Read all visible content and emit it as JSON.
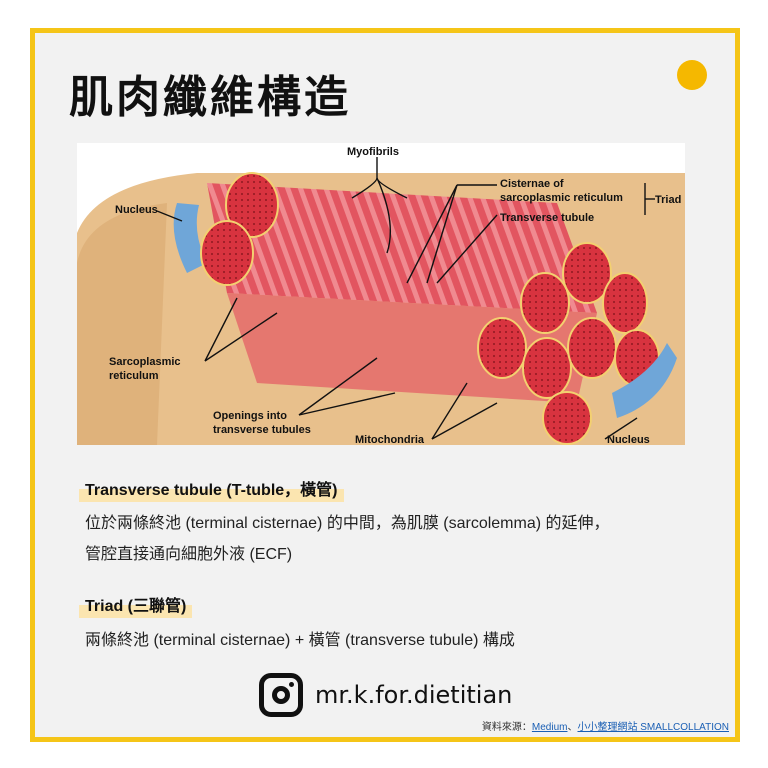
{
  "title": "肌肉纖維構造",
  "figure": {
    "labels": {
      "myofibrils": "Myofibrils",
      "cisternae_1": "Cisternae of",
      "cisternae_2": "sarcoplasmic reticulum",
      "triad": "Triad",
      "transverse_tubule": "Transverse tubule",
      "nucleus_left": "Nucleus",
      "sarcoplasmic_1": "Sarcoplasmic",
      "sarcoplasmic_2": "reticulum",
      "openings_1": "Openings into",
      "openings_2": "transverse tubules",
      "mitochondria": "Mitochondria",
      "nucleus_right": "Nucleus"
    }
  },
  "sections": [
    {
      "heading": "Transverse tubule (T-tuble，橫管)",
      "lines": [
        "位於兩條終池 (terminal cisternae) 的中間，為肌膜 (sarcolemma) 的延伸，",
        "管腔直接通向細胞外液 (ECF)"
      ]
    },
    {
      "heading": "Triad (三聯管)",
      "lines": [
        "兩條終池 (terminal cisternae) + 橫管 (transverse tubule) 構成"
      ]
    }
  ],
  "footer": {
    "icon": "instagram-icon",
    "handle": "mr.k.for.dietitian",
    "source_prefix": "資料來源：",
    "source_link_1": "Medium",
    "source_separator": "、",
    "source_link_2": "小小整理網站 SMALLCOLLATION"
  },
  "colors": {
    "border": "#f5c518",
    "dot": "#f5b800",
    "highlight": "#fbe5b0",
    "fiber_red": "#d8333f",
    "tissue": "#e8c08c"
  }
}
